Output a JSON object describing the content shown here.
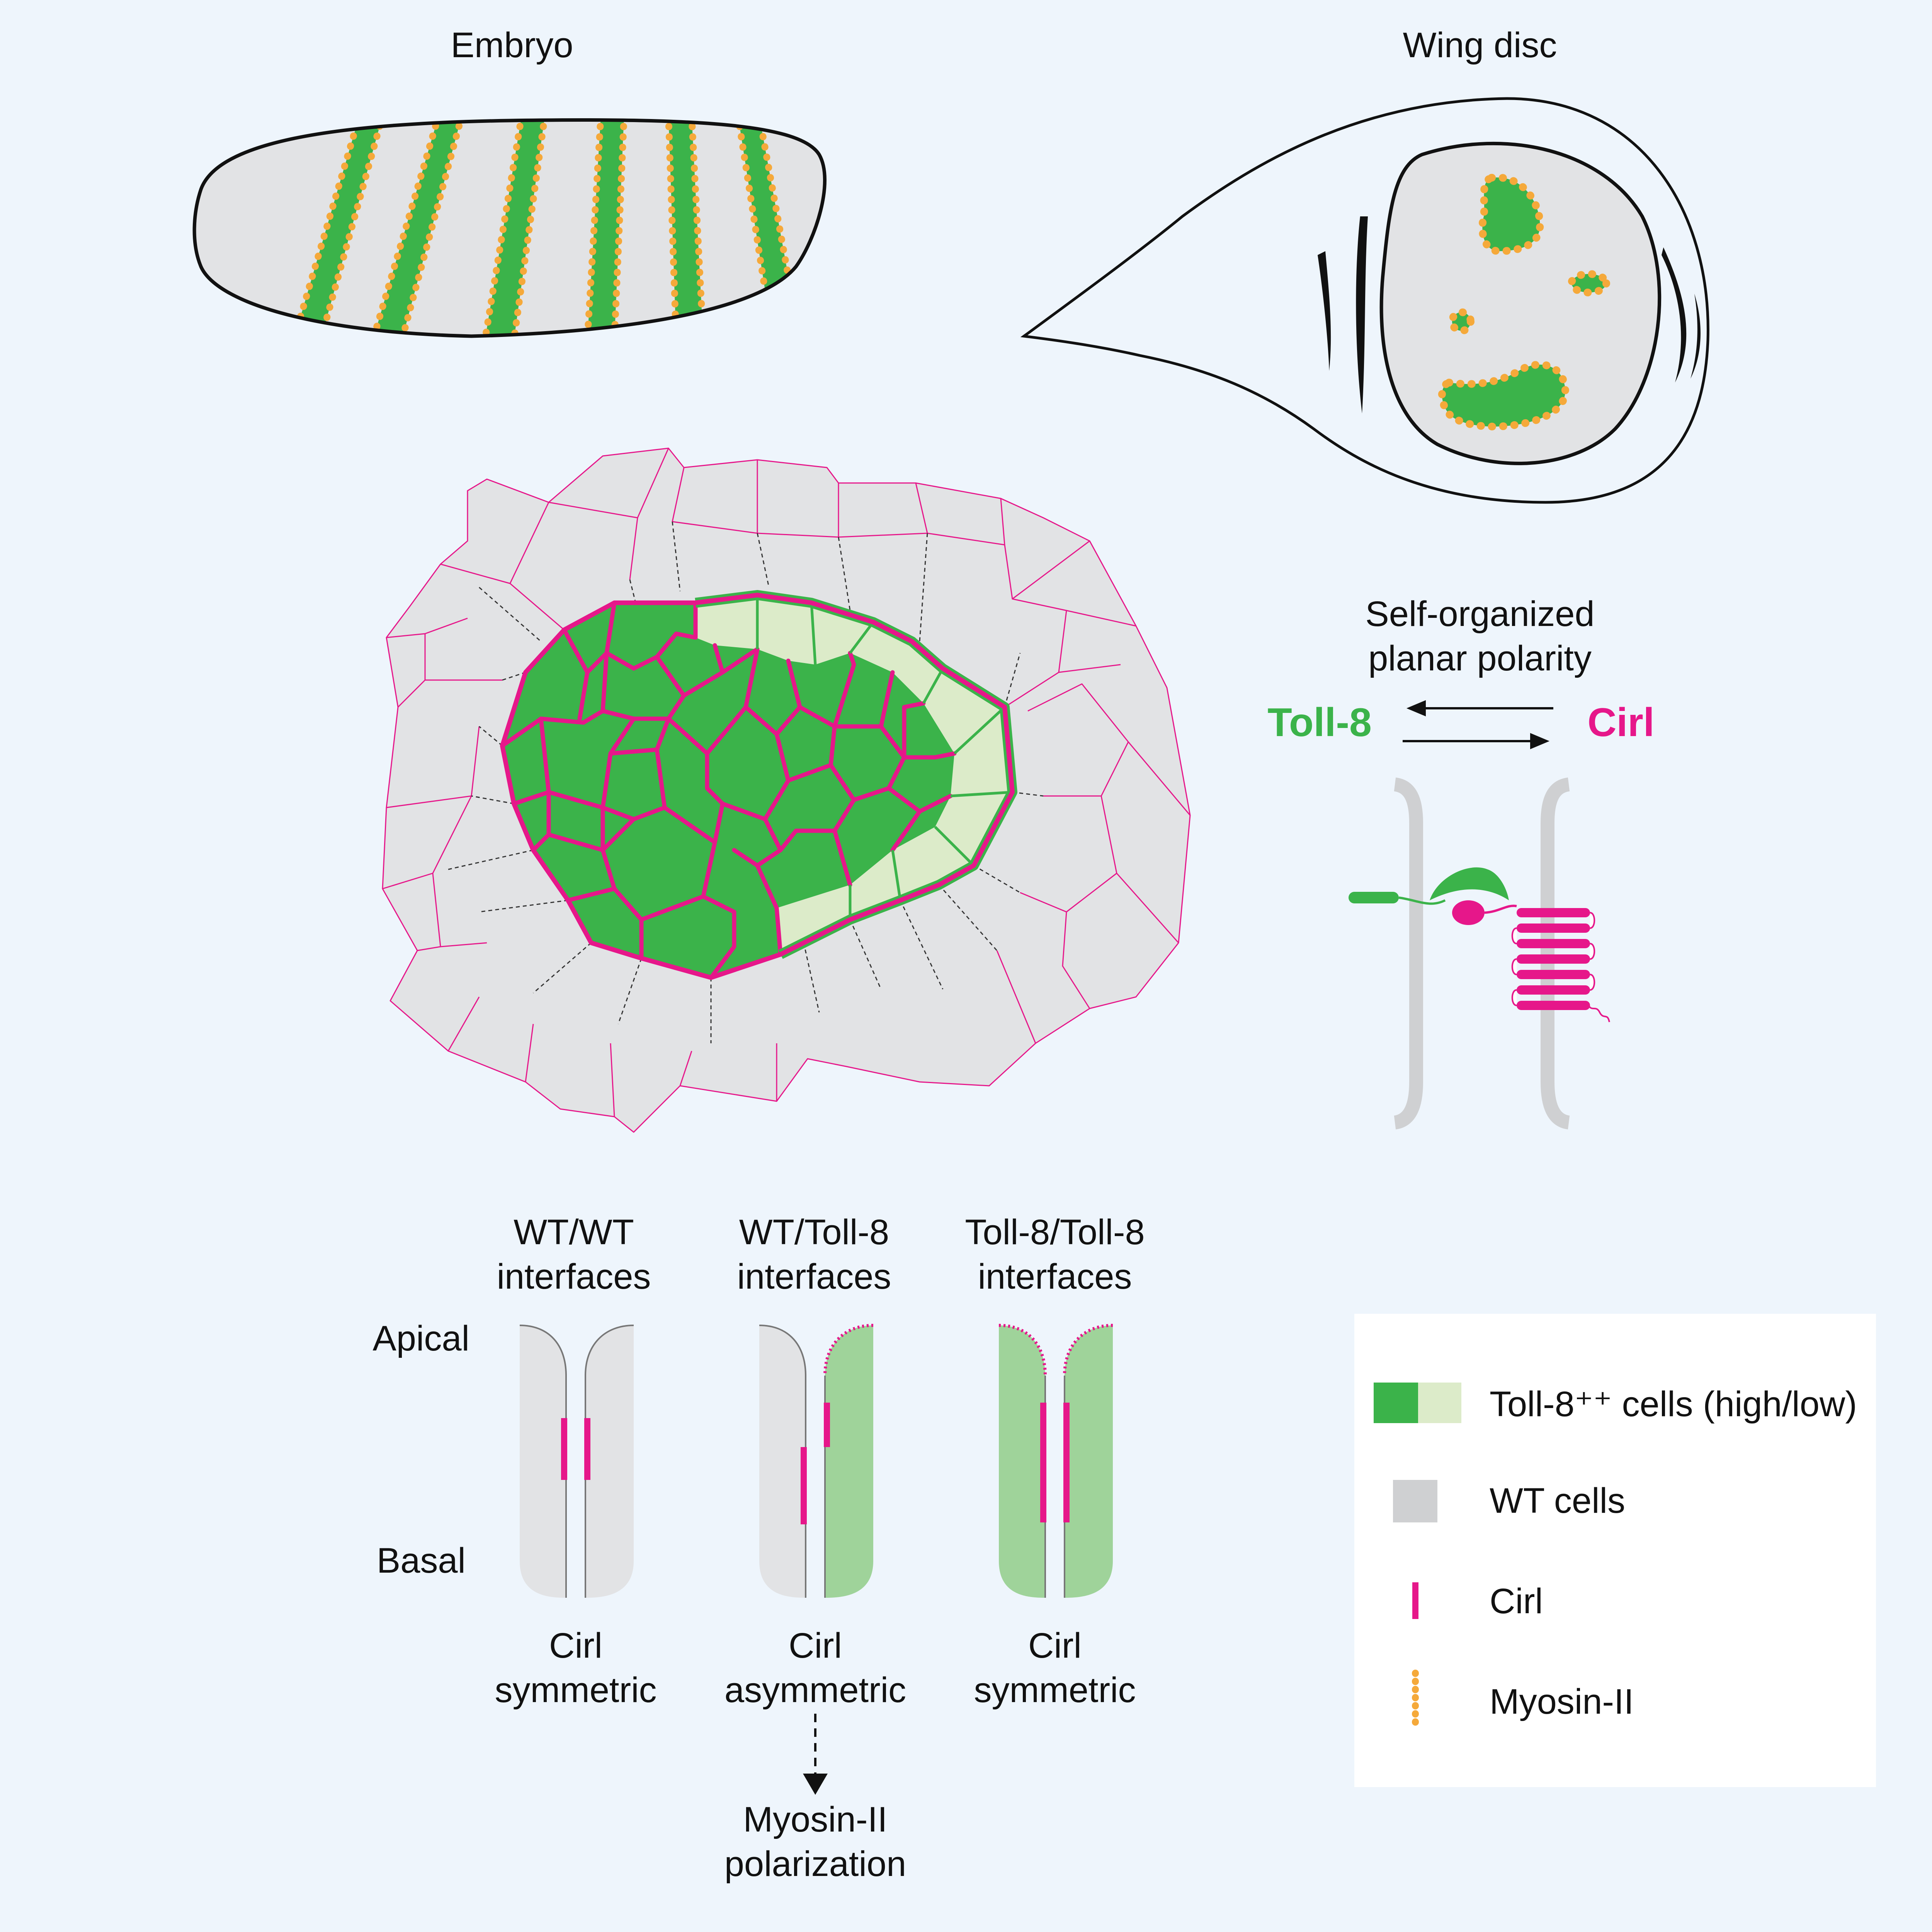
{
  "panels": {
    "embryo_title": "Embryo",
    "wing_title": "Wing disc",
    "self_organized_line1": "Self-organized",
    "self_organized_line2": "planar polarity",
    "toll8_label": "Toll-8",
    "cirl_label": "Cirl"
  },
  "interfaces": [
    {
      "line1": "WT/WT",
      "line2": "interfaces",
      "result1": "Cirl",
      "result2": "symmetric"
    },
    {
      "line1": "WT/Toll-8",
      "line2": "interfaces",
      "result1": "Cirl",
      "result2": "asymmetric"
    },
    {
      "line1": "Toll-8/Toll-8",
      "line2": "interfaces",
      "result1": "Cirl",
      "result2": "symmetric"
    }
  ],
  "axis": {
    "apical": "Apical",
    "basal": "Basal"
  },
  "outcome": {
    "line1": "Myosin-II",
    "line2": "polarization"
  },
  "legend": {
    "toll8_cells": "Toll-8⁺⁺ cells (high/low)",
    "wt_cells": "WT cells",
    "cirl": "Cirl",
    "myosin": "Myosin-II"
  },
  "colors": {
    "toll8_high": "#3bb34a",
    "toll8_low": "#dcebc9",
    "wt_cell": "#e2e3e5",
    "cirl": "#e6178a",
    "myosin": "#f5a93a",
    "background": "#eef5fc"
  }
}
